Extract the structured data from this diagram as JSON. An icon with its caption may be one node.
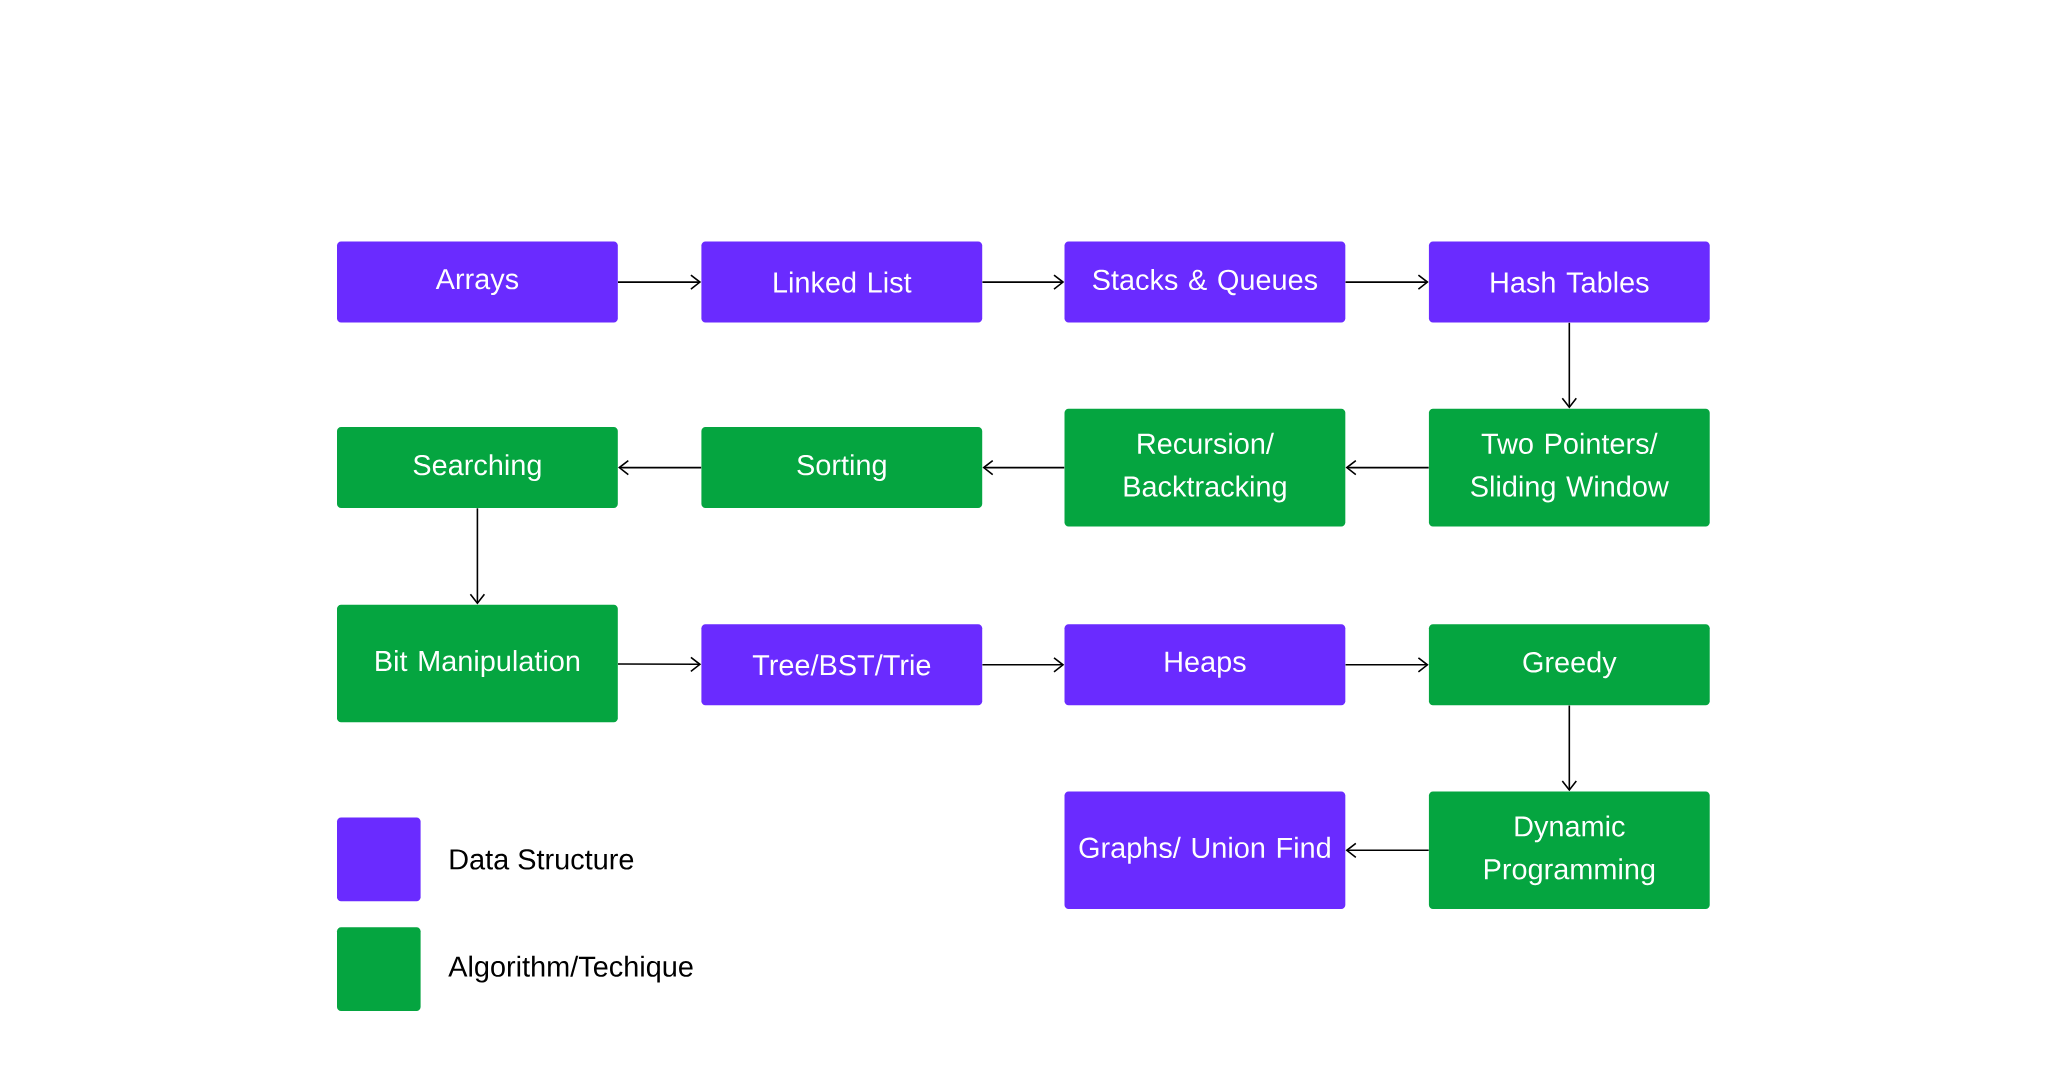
{
  "diagram": {
    "nodes": [
      {
        "text": [
          "Arrays"
        ]
      },
      {
        "text": [
          "Linked List"
        ]
      },
      {
        "text": [
          "Stacks & Queues"
        ]
      },
      {
        "text": [
          "Hash Tables"
        ]
      },
      {
        "text": [
          "Searching"
        ]
      },
      {
        "text": [
          "Sorting"
        ]
      },
      {
        "text": [
          "Recursion/ Backtracking"
        ]
      },
      {
        "text": [
          "Two Pointers/ Sliding Window"
        ]
      },
      {
        "text": [
          "Bit Manipulation"
        ]
      },
      {
        "text": [
          "Tree/BST/Trie"
        ]
      },
      {
        "text": [
          "Heaps"
        ]
      },
      {
        "text": [
          "Greedy"
        ]
      },
      {
        "text": [
          "Graphs/ Union Find"
        ]
      },
      {
        "text": [
          "Dynamic Programming"
        ]
      }
    ],
    "edges": [
      {
        "from": 0,
        "to": 1,
        "arrow": "to"
      },
      {
        "from": 1,
        "to": 2,
        "arrow": "to"
      },
      {
        "from": 2,
        "to": 3,
        "arrow": "to"
      },
      {
        "from": 3,
        "to": 7,
        "arrow": "to"
      },
      {
        "from": 7,
        "to": 6,
        "arrow": "to"
      },
      {
        "from": 6,
        "to": 5,
        "arrow": "to"
      },
      {
        "from": 5,
        "to": 4,
        "arrow": "to"
      },
      {
        "from": 4,
        "to": 8,
        "arrow": "to"
      },
      {
        "from": 8,
        "to": 9,
        "arrow": "to"
      },
      {
        "from": 9,
        "to": 10,
        "arrow": "to"
      },
      {
        "from": 10,
        "to": 11,
        "arrow": "to"
      },
      {
        "from": 11,
        "to": 13,
        "arrow": "to"
      },
      {
        "from": 13,
        "to": 12,
        "arrow": "to"
      }
    ],
    "legend": [
      {
        "text": "Data Structure",
        "color": "#6a2bff"
      },
      {
        "text": "Algorithm/Techique",
        "color": "#05a540"
      }
    ]
  }
}
